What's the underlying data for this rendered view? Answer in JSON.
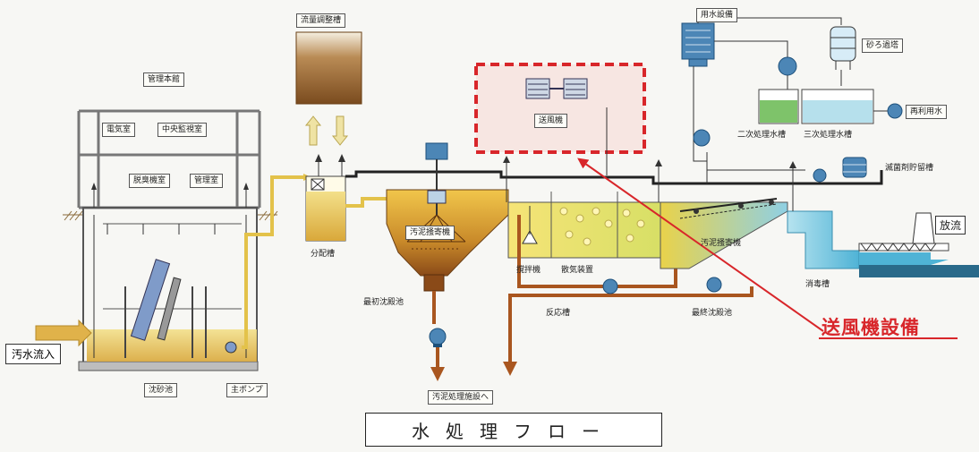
{
  "labels": {
    "building": "管理本館",
    "electric_room": "電気室",
    "monitor_room": "中央監視室",
    "deodor_room": "脱臭機室",
    "admin_room": "管理室",
    "grit_chamber": "沈砂池",
    "main_pump": "主ポンプ",
    "sewage_inflow": "汚水流入",
    "flow_tank": "流量調整槽",
    "distribution_tank": "分配槽",
    "sludge_collector_1": "汚泥掻寄機",
    "primary_clarifier": "最初沈殿池",
    "blower": "送風機",
    "mixer": "撹拌機",
    "diffuser": "散気装置",
    "reaction_tank": "反応槽",
    "sludge_collector_2": "汚泥掻寄機",
    "final_clarifier": "最終沈殿池",
    "sludge_facility": "汚泥処理施設へ",
    "water_facility": "用水設備",
    "sand_filter": "砂ろ過塔",
    "secondary_tank": "二次処理水槽",
    "tertiary_tank": "三次処理水槽",
    "reuse_water": "再利用水",
    "disinfectant_tank": "滅菌剤貯留槽",
    "disinfection_tank": "消毒槽",
    "discharge": "放流",
    "blower_equipment": "送風機設備",
    "title": "水処理フロー"
  },
  "colors": {
    "highlight": "#d8262a",
    "effluent_yellow": "#e9c13a",
    "sludge_brown": "#a9561f",
    "clean_water": "#8fd0e4",
    "treated_green": "#7ec36a"
  }
}
